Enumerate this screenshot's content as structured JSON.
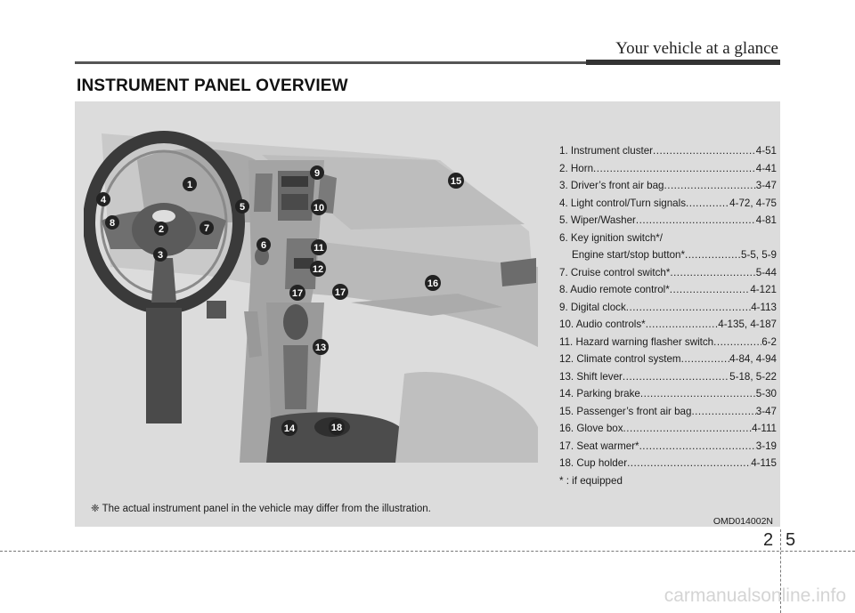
{
  "header": {
    "title": "Your vehicle at a glance"
  },
  "section": {
    "title": "INSTRUMENT PANEL OVERVIEW"
  },
  "legend": [
    {
      "label": "1. Instrument cluster",
      "pages": "4-51"
    },
    {
      "label": "2. Horn",
      "pages": "4-41"
    },
    {
      "label": "3. Driver’s front air bag",
      "pages": "3-47"
    },
    {
      "label": "4. Light control/Turn signals",
      "pages": "4-72, 4-75"
    },
    {
      "label": "5. Wiper/Washer",
      "pages": "4-81"
    },
    {
      "label": "6. Key ignition switch*/",
      "pages": ""
    },
    {
      "label": "Engine start/stop button*",
      "pages": "5-5, 5-9"
    },
    {
      "label": "7. Cruise control switch*",
      "pages": "5-44"
    },
    {
      "label": "8. Audio remote control*",
      "pages": "4-121"
    },
    {
      "label": "9. Digital clock",
      "pages": "4-113"
    },
    {
      "label": "10. Audio controls*",
      "pages": "4-135, 4-187"
    },
    {
      "label": "11. Hazard warning flasher switch",
      "pages": "6-2"
    },
    {
      "label": "12. Climate control system",
      "pages": "4-84, 4-94"
    },
    {
      "label": "13. Shift lever",
      "pages": "5-18, 5-22"
    },
    {
      "label": "14. Parking brake",
      "pages": "5-30"
    },
    {
      "label": "15. Passenger’s front air bag",
      "pages": "3-47"
    },
    {
      "label": "16. Glove box",
      "pages": "4-111"
    },
    {
      "label": "17. Seat warmer*",
      "pages": "3-19"
    },
    {
      "label": "18. Cup holder",
      "pages": "4-115"
    },
    {
      "label": "* : if equipped",
      "pages": ""
    }
  ],
  "callouts": [
    "1",
    "2",
    "3",
    "4",
    "5",
    "6",
    "7",
    "8",
    "9",
    "10",
    "11",
    "12",
    "13",
    "14",
    "15",
    "16",
    "17",
    "17",
    "18"
  ],
  "note": "❈ The actual instrument panel in the vehicle may differ from the illustration.",
  "figure_code": "OMD014002N",
  "page_number": {
    "chapter": "2",
    "page": "5"
  },
  "watermark": "carmanualsonline.info"
}
